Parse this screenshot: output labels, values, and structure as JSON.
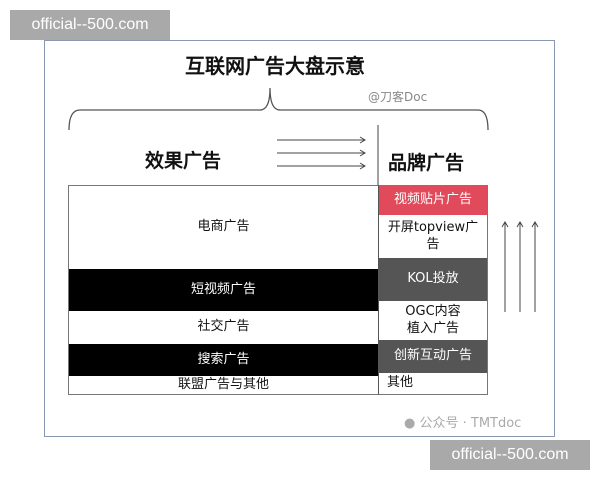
{
  "watermark_top": "official--500.com",
  "watermark_bottom": "official--500.com",
  "title": "互联网广告大盘示意",
  "credit": "@刀客Doc",
  "left_header": "效果广告",
  "right_header": "品牌广告",
  "performance_ads": [
    "电商广告",
    "短视频广告",
    "社交广告",
    "搜索广告",
    "联盟广告与其他"
  ],
  "brand_ads": [
    "视频贴片广告",
    "开屏topview广告",
    "KOL投放",
    "OGC内容\n植入广告",
    "创新互动广告",
    "其他"
  ],
  "footer_source": "公众号 · TMTdoc",
  "colors": {
    "highlight": "#e04a5a",
    "dark_block": "#000000",
    "gray_block": "#555555"
  }
}
